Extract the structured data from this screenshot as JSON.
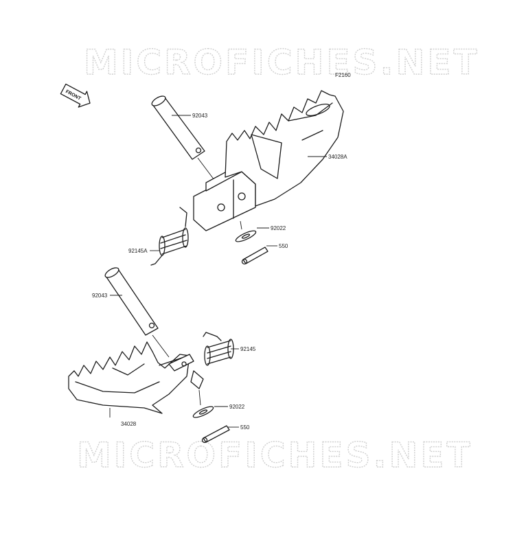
{
  "watermark": "MICROFICHES.NET",
  "figure_code": "F2160",
  "front_label": "FRONT",
  "labels": {
    "pin_upper": "92043",
    "footpeg_right": "34028A",
    "washer_upper": "92022",
    "cotter_upper": "550",
    "spring_upper": "92145A",
    "pin_lower": "92043",
    "spring_lower": "92145",
    "washer_lower": "92022",
    "cotter_lower": "550",
    "footpeg_left": "34028"
  },
  "colors": {
    "line": "#1a1a1a",
    "watermark_stroke": "#cfcfcf",
    "background": "#ffffff"
  }
}
